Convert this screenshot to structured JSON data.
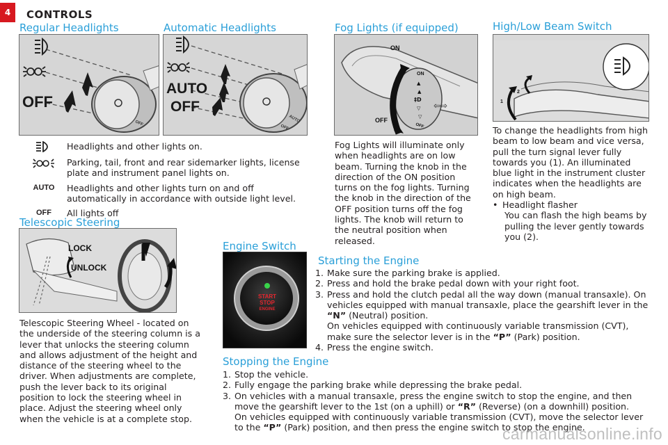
{
  "page": {
    "number": "4",
    "section_title": "CONTROLS",
    "watermark": "carmanualsonline.info"
  },
  "regular_headlights": {
    "heading": "Regular Headlights",
    "image_label_off": "OFF",
    "image_label_switch": "OFF"
  },
  "automatic_headlights": {
    "heading": "Automatic Headlights",
    "image_label_auto": "AUTO",
    "image_label_off": "OFF",
    "image_label_switch_auto": "AUTO",
    "image_label_switch_off": "OFF"
  },
  "legend": [
    {
      "icon": "headlight-on-icon",
      "label": "",
      "text": "Headlights and other lights on."
    },
    {
      "icon": "parking-lights-icon",
      "label": "",
      "text": "Parking, tail, front and rear sidemarker lights, license plate and instrument panel lights on."
    },
    {
      "icon": "auto-label",
      "label": "AUTO",
      "text": "Headlights and other lights turn on and off automatically in accordance with outside light level."
    },
    {
      "icon": "off-label",
      "label": "OFF",
      "text": "All lights off"
    }
  ],
  "fog_lights": {
    "heading": "Fog Lights (if equipped)",
    "image_label_on": "ON",
    "image_label_off": "OFF",
    "image_label_switch_on": "ON",
    "image_label_switch_off": "OFF",
    "text": "Fog Lights will illuminate only when headlights are on low beam.  Turning the knob in the direction of the ON position turns on the fog lights. Turning the knob in the direction of the OFF position turns off the fog lights. The knob will return to the neutral position when released."
  },
  "high_low_beam": {
    "heading": "High/Low Beam Switch",
    "image_label_1": "1",
    "image_label_2": "2",
    "text": "To change the headlights from high beam to low beam and vice versa, pull the turn signal lever fully towards you (1). An illuminated blue light in the instrument cluster indicates when the headlights are on high beam.",
    "bullet_title": "Headlight flasher",
    "bullet_text": "You can flash the high beams by pulling the lever gently towards you (2).",
    "bullet_symbol": "•"
  },
  "telescopic_steering": {
    "heading": "Telescopic Steering",
    "image_label_lock": "LOCK",
    "image_label_unlock": "UNLOCK",
    "text": "Telescopic Steering Wheel - located on the underside of the steering column is a lever that unlocks the steering column and allows adjustment of the height and distance of the steering wheel to the driver. When adjustments are complete, push the lever  back to its original position to lock the steering wheel in place. Adjust the steering wheel only when the vehicle is at a complete stop."
  },
  "engine_switch": {
    "heading": "Engine Switch",
    "button_line1": "START",
    "button_line2": "STOP",
    "button_line3": "ENGINE"
  },
  "starting_engine": {
    "heading": "Starting the Engine",
    "step1": "Make sure the parking brake is applied.",
    "step2": "Press and hold the brake pedal down with your right foot.",
    "step3_a": "Press and hold the clutch pedal all the way down (manual transaxle). On vehicles equipped with manual transaxle, place the gearshift lever in the ",
    "step3_b": "“N”",
    "step3_c": " (Neutral) position.",
    "step3_d": "On vehicles equipped with continuously variable transmission (CVT), make sure the selector lever is in the ",
    "step3_e": "“P”",
    "step3_f": " (Park) position.",
    "step4": "Press the engine switch.",
    "n1": "1.",
    "n2": "2.",
    "n3": "3.",
    "n4": "4."
  },
  "stopping_engine": {
    "heading": "Stopping the Engine",
    "step1": "Stop the vehicle.",
    "step2": "Fully engage the parking brake while depressing the brake pedal.",
    "step3_a": "On vehicles with a manual transaxle, press the engine switch to stop the engine, and then move the gearshift lever to the 1st (on a uphill) or ",
    "step3_b": "“R”",
    "step3_c": " (Reverse) (on a downhill) position.",
    "step3_d": "On vehicles equipped with continuously variable transmission (CVT), move the selector lever to the ",
    "step3_e": "“P”",
    "step3_f": " (Park) position, and then press the engine switch to stop the engine.",
    "n1": "1.",
    "n2": "2.",
    "n3": "3."
  },
  "colors": {
    "accent_blue": "#2a9fd8",
    "red_tab": "#d71920",
    "start_button_red": "#e3262e",
    "indicator_green": "#39d44a"
  }
}
